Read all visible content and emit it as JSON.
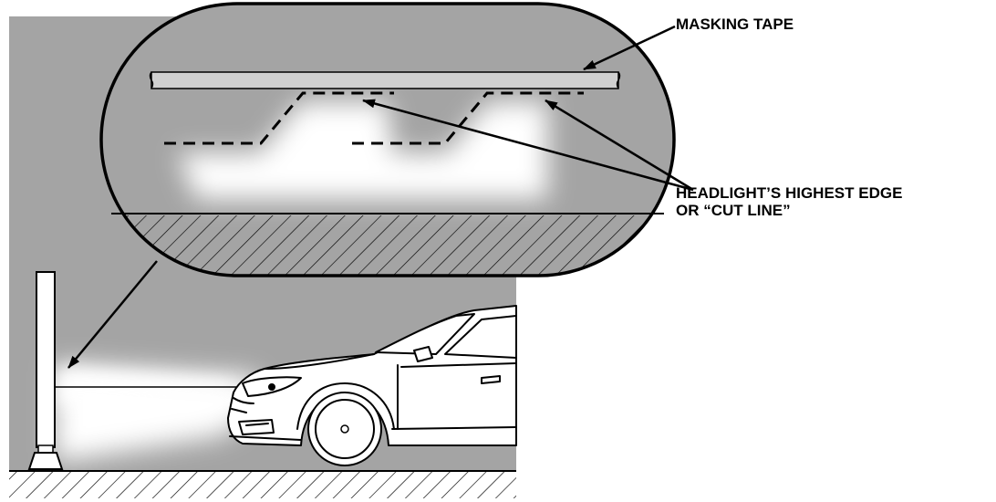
{
  "labels": {
    "masking_tape": "MASKING TAPE",
    "cut_line_line1": "HEADLIGHT’S HIGHEST EDGE",
    "cut_line_line2": "OR “CUT LINE”"
  },
  "colors": {
    "wall_gray": "#a4a4a4",
    "beam_white": "#ffffff",
    "outline": "#000000",
    "tape": "#d0d0d0",
    "car_body": "#ffffff"
  }
}
